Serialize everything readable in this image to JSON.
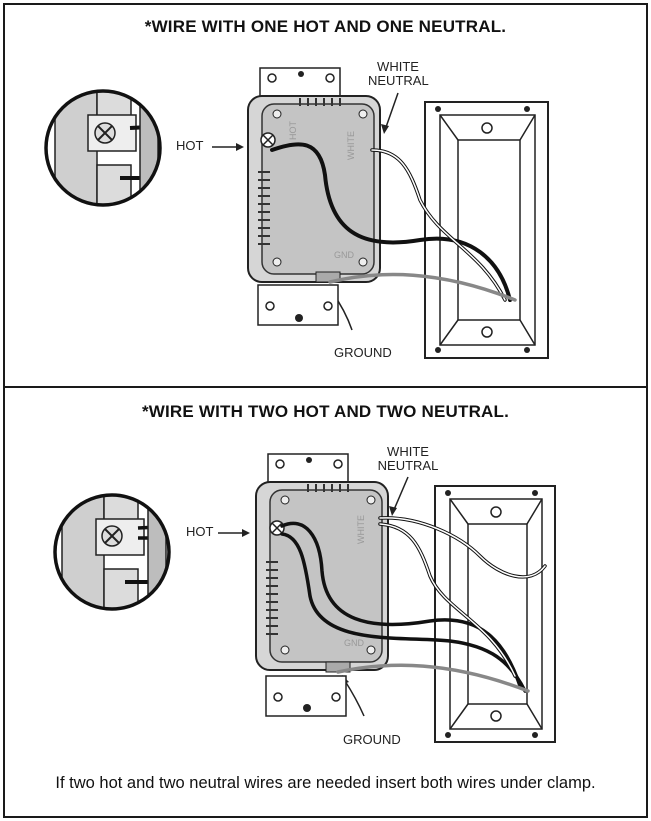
{
  "panels": [
    {
      "title": "*WIRE WITH ONE HOT AND ONE NEUTRAL",
      "labels": {
        "hot": "HOT",
        "white_line1": "WHITE",
        "white_line2": "NEUTRAL",
        "ground": "GROUND",
        "device_hot": "HOT",
        "device_white": "WHITE",
        "device_gnd": "GND"
      }
    },
    {
      "title": "*WIRE WITH TWO HOT AND TWO NEUTRAL",
      "labels": {
        "hot": "HOT",
        "white_line1": "WHITE",
        "white_line2": "NEUTRAL",
        "ground": "GROUND",
        "device_white": "WHITE",
        "device_gnd": "GND"
      }
    }
  ],
  "footer_note": "If two hot and two neutral wires are needed insert both wires under clamp."
}
